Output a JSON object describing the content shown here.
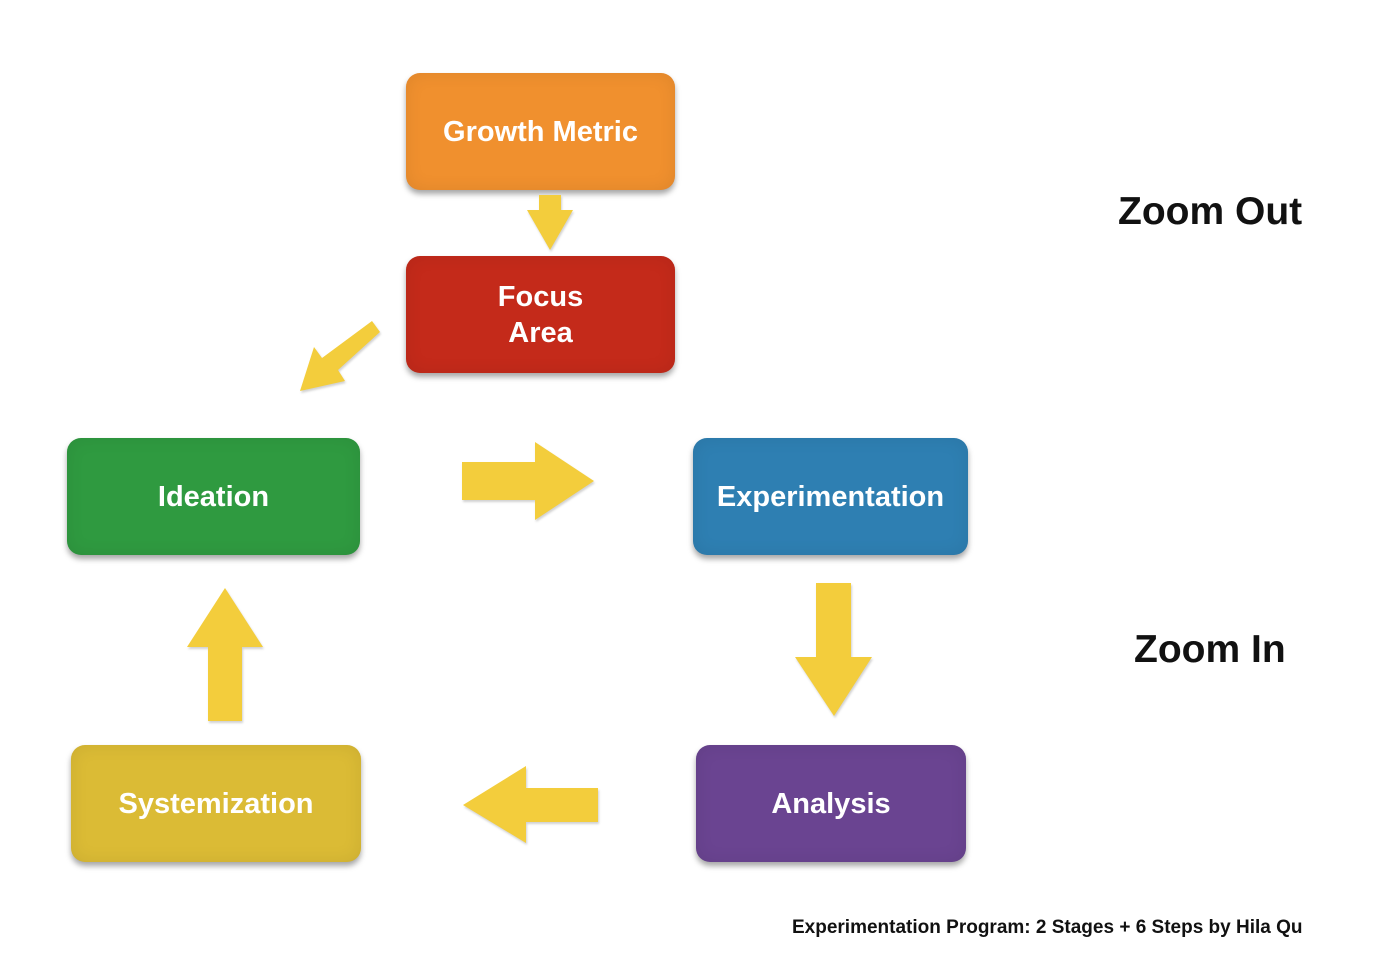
{
  "boxes": {
    "growth_metric": "Growth Metric",
    "focus_area": "Focus\nArea",
    "ideation": "Ideation",
    "experimentation": "Experimentation",
    "systemization": "Systemization",
    "analysis": "Analysis"
  },
  "labels": {
    "zoom_out": "Zoom Out",
    "zoom_in": "Zoom In"
  },
  "caption": "Experimentation Program: 2 Stages + 6 Steps by Hila Qu",
  "colors": {
    "growth_metric": "#f0902e",
    "focus_area": "#c42a1a",
    "ideation": "#2f9a40",
    "experimentation": "#2e7fb2",
    "systemization": "#dbbb35",
    "analysis": "#6a4491",
    "arrow": "#f3cd3c"
  }
}
